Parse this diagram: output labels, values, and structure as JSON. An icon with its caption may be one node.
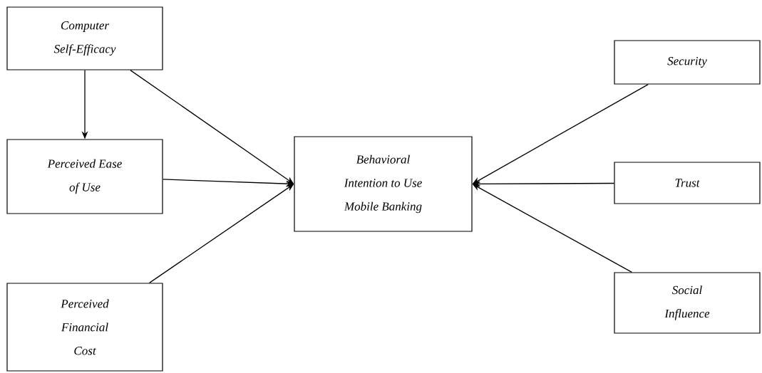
{
  "diagram": {
    "nodes": [
      {
        "text": [
          "Computer Self-Efficacy"
        ]
      },
      {
        "text": [
          "Perceived Ease of Use"
        ]
      },
      {
        "text": [
          "Perceived Financial Cost"
        ]
      },
      {
        "text": [
          "Behavioral Intention to Use Mobile Banking"
        ]
      },
      {
        "text": [
          "Security"
        ]
      },
      {
        "text": [
          "Trust"
        ]
      },
      {
        "text": [
          "Social Influence"
        ]
      }
    ],
    "edges": [
      {
        "from": 0,
        "to": 1,
        "arrow": "to"
      },
      {
        "from": 0,
        "to": 3,
        "arrow": "to"
      },
      {
        "from": 1,
        "to": 3,
        "arrow": "to"
      },
      {
        "from": 2,
        "to": 3,
        "arrow": "to"
      },
      {
        "from": 4,
        "to": 3,
        "arrow": "to"
      },
      {
        "from": 5,
        "to": 3,
        "arrow": "to"
      },
      {
        "from": 6,
        "to": 3,
        "arrow": "to"
      }
    ]
  }
}
